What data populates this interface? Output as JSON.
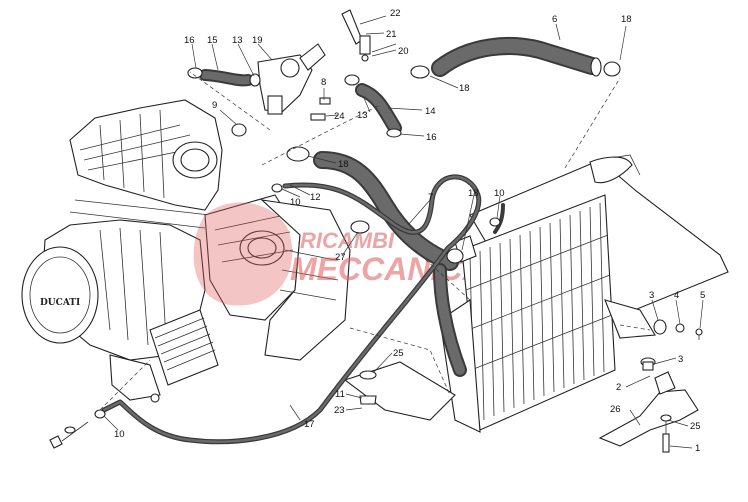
{
  "diagram": {
    "callouts": [
      {
        "id": "c22",
        "label": "22"
      },
      {
        "id": "c21",
        "label": "21"
      },
      {
        "id": "c20",
        "label": "20"
      },
      {
        "id": "c6",
        "label": "6"
      },
      {
        "id": "c18a",
        "label": "18"
      },
      {
        "id": "c16a",
        "label": "16"
      },
      {
        "id": "c15",
        "label": "15"
      },
      {
        "id": "c13a",
        "label": "13"
      },
      {
        "id": "c19",
        "label": "19"
      },
      {
        "id": "c8",
        "label": "8"
      },
      {
        "id": "c18b",
        "label": "18"
      },
      {
        "id": "c9",
        "label": "9"
      },
      {
        "id": "c14",
        "label": "14"
      },
      {
        "id": "c13b",
        "label": "13"
      },
      {
        "id": "c24",
        "label": "24"
      },
      {
        "id": "c16b",
        "label": "16"
      },
      {
        "id": "c18c",
        "label": "18"
      },
      {
        "id": "c10a",
        "label": "10"
      },
      {
        "id": "c12",
        "label": "12"
      },
      {
        "id": "c7",
        "label": "7"
      },
      {
        "id": "c18d",
        "label": "18"
      },
      {
        "id": "c10b",
        "label": "10"
      },
      {
        "id": "c27",
        "label": "27"
      },
      {
        "id": "c3a",
        "label": "3"
      },
      {
        "id": "c4",
        "label": "4"
      },
      {
        "id": "c5",
        "label": "5"
      },
      {
        "id": "c25a",
        "label": "25"
      },
      {
        "id": "c3b",
        "label": "3"
      },
      {
        "id": "c2",
        "label": "2"
      },
      {
        "id": "c11",
        "label": "11"
      },
      {
        "id": "c23",
        "label": "23"
      },
      {
        "id": "c26",
        "label": "26"
      },
      {
        "id": "c25b",
        "label": "25"
      },
      {
        "id": "c1",
        "label": "1"
      },
      {
        "id": "c17",
        "label": "17"
      },
      {
        "id": "c10c",
        "label": "10"
      }
    ],
    "engine_brand": "DUCATI",
    "watermark": {
      "line1": "RICAMBI",
      "line2": "MECCANICA"
    }
  }
}
